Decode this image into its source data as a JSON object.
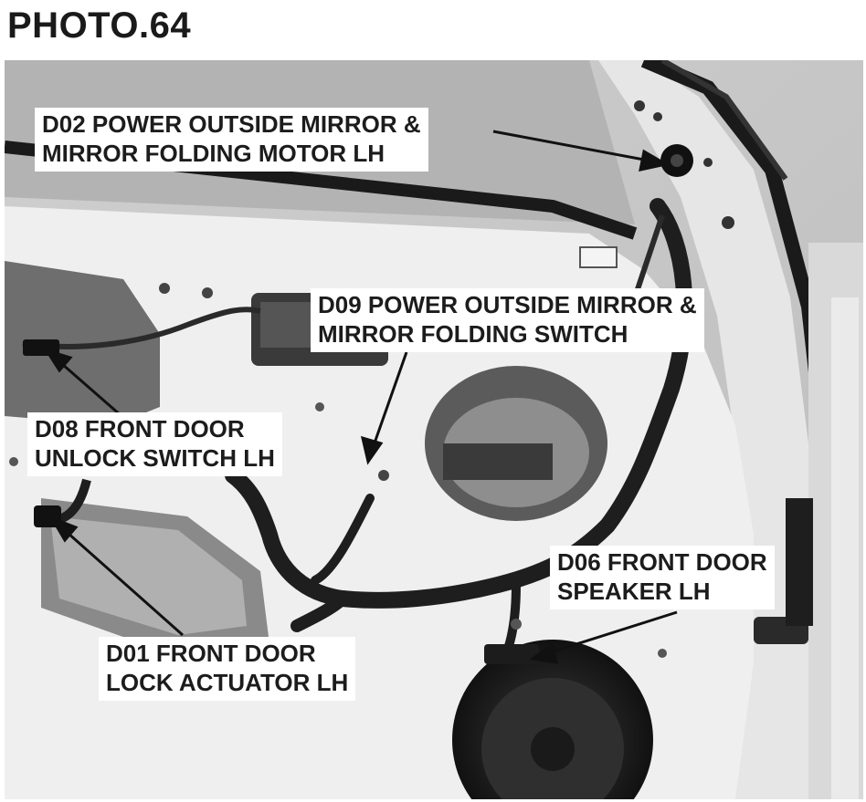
{
  "title": "PHOTO.64",
  "callouts": {
    "d02": {
      "line1": "D02 POWER OUTSIDE MIRROR &",
      "line2": "MIRROR FOLDING MOTOR LH"
    },
    "d09": {
      "line1": "D09 POWER OUTSIDE MIRROR &",
      "line2": "MIRROR FOLDING SWITCH"
    },
    "d08": {
      "line1": "D08  FRONT DOOR",
      "line2": "UNLOCK SWITCH LH"
    },
    "d06": {
      "line1": "D06 FRONT DOOR",
      "line2": "SPEAKER LH"
    },
    "d01": {
      "line1": "D01 FRONT DOOR",
      "line2": "LOCK ACTUATOR LH"
    }
  },
  "colors": {
    "door_panel": "#efefef",
    "harness": "#1e1e1e",
    "window": "#a8a8a8",
    "label_bg": "#ffffff"
  }
}
